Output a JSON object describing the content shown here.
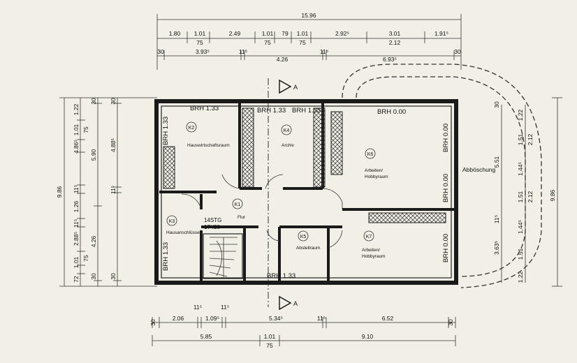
{
  "dims_top": {
    "total": "15.96",
    "row2": [
      "1.80",
      "1.01",
      "2.49",
      "1.01",
      "79",
      "1.01",
      "2.92⁵",
      "3.01",
      "1.91⁵"
    ],
    "row3": [
      "75",
      "75",
      "75",
      "2.12"
    ],
    "row4": [
      "30",
      "3.93⁵",
      "11⁵",
      "4.26",
      "11⁵",
      "6.93⁵",
      "30"
    ]
  },
  "dims_bottom": {
    "row1": [
      "11⁵",
      "11⁵",
      "11⁵"
    ],
    "row2": [
      "30",
      "2.06",
      "1.09⁵",
      "5.34⁵",
      "6.52",
      "30"
    ],
    "row3": [
      "5.85",
      "1.01",
      "9.10"
    ],
    "row4": [
      "75"
    ]
  },
  "dims_left": {
    "total": "9.86",
    "a": [
      "1.22",
      "1.01",
      "75",
      "4.86⁵",
      "11⁵",
      "1.26",
      "11⁵",
      "2.88⁵",
      "75",
      "1.01",
      "72"
    ],
    "b": [
      "30",
      "5.90",
      "4.26",
      "30"
    ],
    "c": [
      "30",
      "4.88⁵",
      "11⁵",
      "30"
    ]
  },
  "dims_right": {
    "total": "9.86",
    "a": [
      "1.22",
      "1.51",
      "2.12",
      "1.44⁵",
      "1.51",
      "2.12",
      "1.44⁵",
      "1.51",
      "1.22"
    ],
    "b": [
      "5.51",
      "11⁵",
      "3.63⁵",
      "30"
    ]
  },
  "section_markers": [
    "A",
    "A"
  ],
  "brh": {
    "top1": "BRH 1.33",
    "top2": "BRH 1.33",
    "top3": "BRH 1.33",
    "top4": "BRH 0.00",
    "left1": "BRH 1.33",
    "left2": "BRH 1.33",
    "right1": "BRH 0.00",
    "right2": "BRH 0.00",
    "right3": "BRH 0.00",
    "bottom": "BRH 1.33"
  },
  "rooms": {
    "k2": {
      "id": "K2",
      "name": "Hauswirtschaftsraum"
    },
    "k4": {
      "id": "K4",
      "name": "Archiv"
    },
    "k6": {
      "id": "K6",
      "name1": "Arbeiten/",
      "name2": "Hobbyraum"
    },
    "k1": {
      "id": "K1",
      "name": "Flur"
    },
    "k3": {
      "id": "K3",
      "name": "Hausanschlüsse"
    },
    "k5": {
      "id": "K5",
      "name": "Abstellraum"
    },
    "k7": {
      "id": "K7",
      "name1": "Arbeiten/",
      "name2": "Hobbyraum"
    }
  },
  "stair": {
    "count": "14STG",
    "rise": "17⁷/28"
  },
  "slope_label": "Abböschung"
}
